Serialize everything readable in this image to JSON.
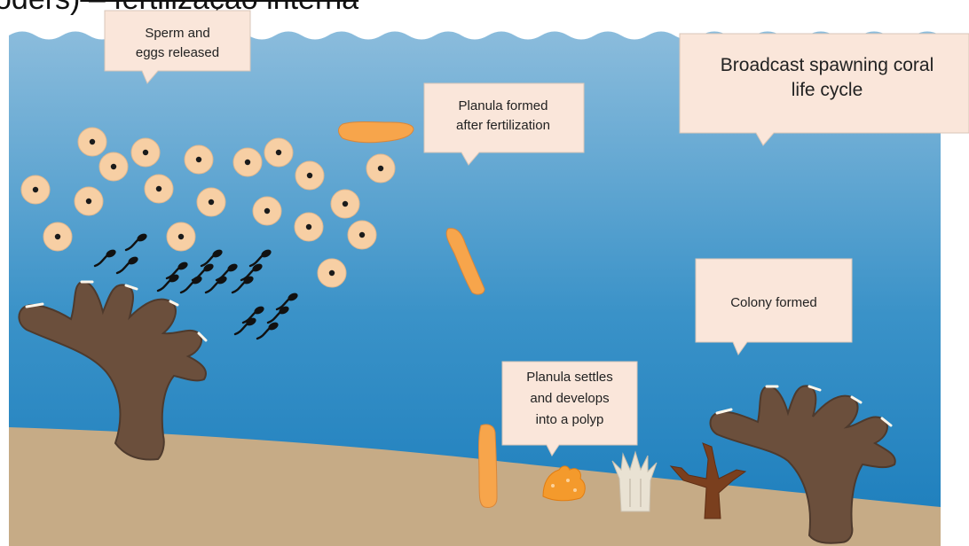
{
  "header": {
    "caption_prefix": "oders)",
    "caption_struck": " – fertilização interna"
  },
  "labels": {
    "title_line1": "Broadcast spawning coral",
    "title_line2": "life cycle",
    "release_line1": "Sperm and",
    "release_line2": "eggs released",
    "planula_line1": "Planula formed",
    "planula_line2": "after fertilization",
    "colony": "Colony formed",
    "settle_line1": "Planula settles",
    "settle_line2": "and develops",
    "settle_line3": "into a polyp"
  },
  "colors": {
    "water_top": "#8bbcdc",
    "water_bottom": "#1b7dbc",
    "seafloor": "#c6ab86",
    "egg": "#f7cfa4",
    "planula": "#f7a54b",
    "coral": "#6b4f3c",
    "callout": "#fae6da"
  },
  "icons": [
    "egg-icon",
    "sperm-icon",
    "planula-icon",
    "coral-icon",
    "polyp-icon"
  ]
}
